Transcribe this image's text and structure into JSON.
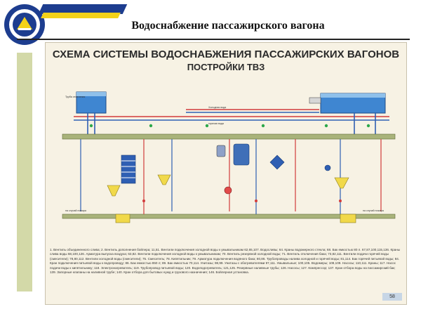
{
  "page": {
    "title": "Водоснабжение пассажирского вагона"
  },
  "slide": {
    "title_line1": "СХЕМА СИСТЕМЫ ВОДОСНАБЖЕНИЯ ПАССАЖИРСКИХ ВАГОНОВ",
    "title_line2": "ПОСТРОЙКИ ТВЗ",
    "page_number": "58",
    "labels": {
      "top_left": "Труба отопления",
      "top_mid_1": "Холодная вода",
      "top_mid_2": "горячая вода",
      "left_low": "на случай пожара",
      "right_low": "на случай пожара"
    },
    "legend": "1. Вентиль объединенного слива; 2. Вентиль дополнения бойлера; 11,51. Вентили подключения холодной воды к умывальникам 62,65,107. Водосливы; 64. Краны водомерного стекла; 68. Бак емкостью 80 л. 67,87,100,115,136. Краны слива воды 68,100,126. Арматура выпуска воздуха; 63,82. Вентили подключения холодной воды к умывальникам; 70. Вентиль резервной холодной воды; 71. Вентиль отключения бака; 73,82,111. Вентили подачи горячей воды (смесители); 78,80,112. Вентили холодной воды (смесители); 75. Смеситель; 78. Кипятильник; 79. Арматура подключения водяного бака; 80,86. Трубопроводы налива холодной и горячей воды; 81,114. Бак горячей питьевой воды; 84. Кран подключения питьевой воды к водопроводу; 86. Бак емкостью 850 л; 89. Бак емкостью 70,114. Унитазы; 98,99. Унитазы с обогревателями 97,111. Умывальные; 100,105. Водомеры; 108,109. Насосы; 110,111. Краны; 117. Насос подачи воды к кипятильнику; 118. Электронагреватель; 119. Трубопровод питьевой воды; 120. Водоподогреватель; 121,125. Резервные наливные трубы; 126. Насосы; 127. Компрессор; 137. Кран отбора воды на пассажирский бак; 139. Запорные клапаны на наливной трубе; 140. Кран отбора для бытовых нужд и грузового назначения; 146. Бойлерная установка."
  }
}
